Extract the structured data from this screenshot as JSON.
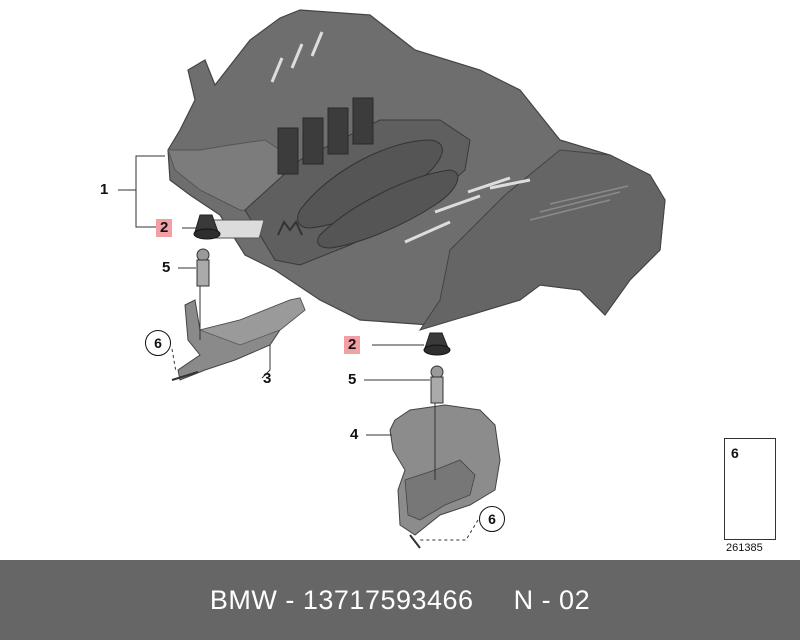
{
  "callouts": {
    "c1": "1",
    "c2a": "2",
    "c2b": "2",
    "c3": "3",
    "c4": "4",
    "c5a": "5",
    "c5b": "5",
    "c6a": "6",
    "c6b": "6"
  },
  "legend": {
    "part_number": "6",
    "reference": "261385"
  },
  "footer": {
    "text": "BMW - 13717593466     N - 02"
  },
  "colors": {
    "highlight": "#f2a0a6",
    "footer_bg": "#666666",
    "cover_main": "#707070",
    "cover_dark": "#4a4a4a"
  }
}
